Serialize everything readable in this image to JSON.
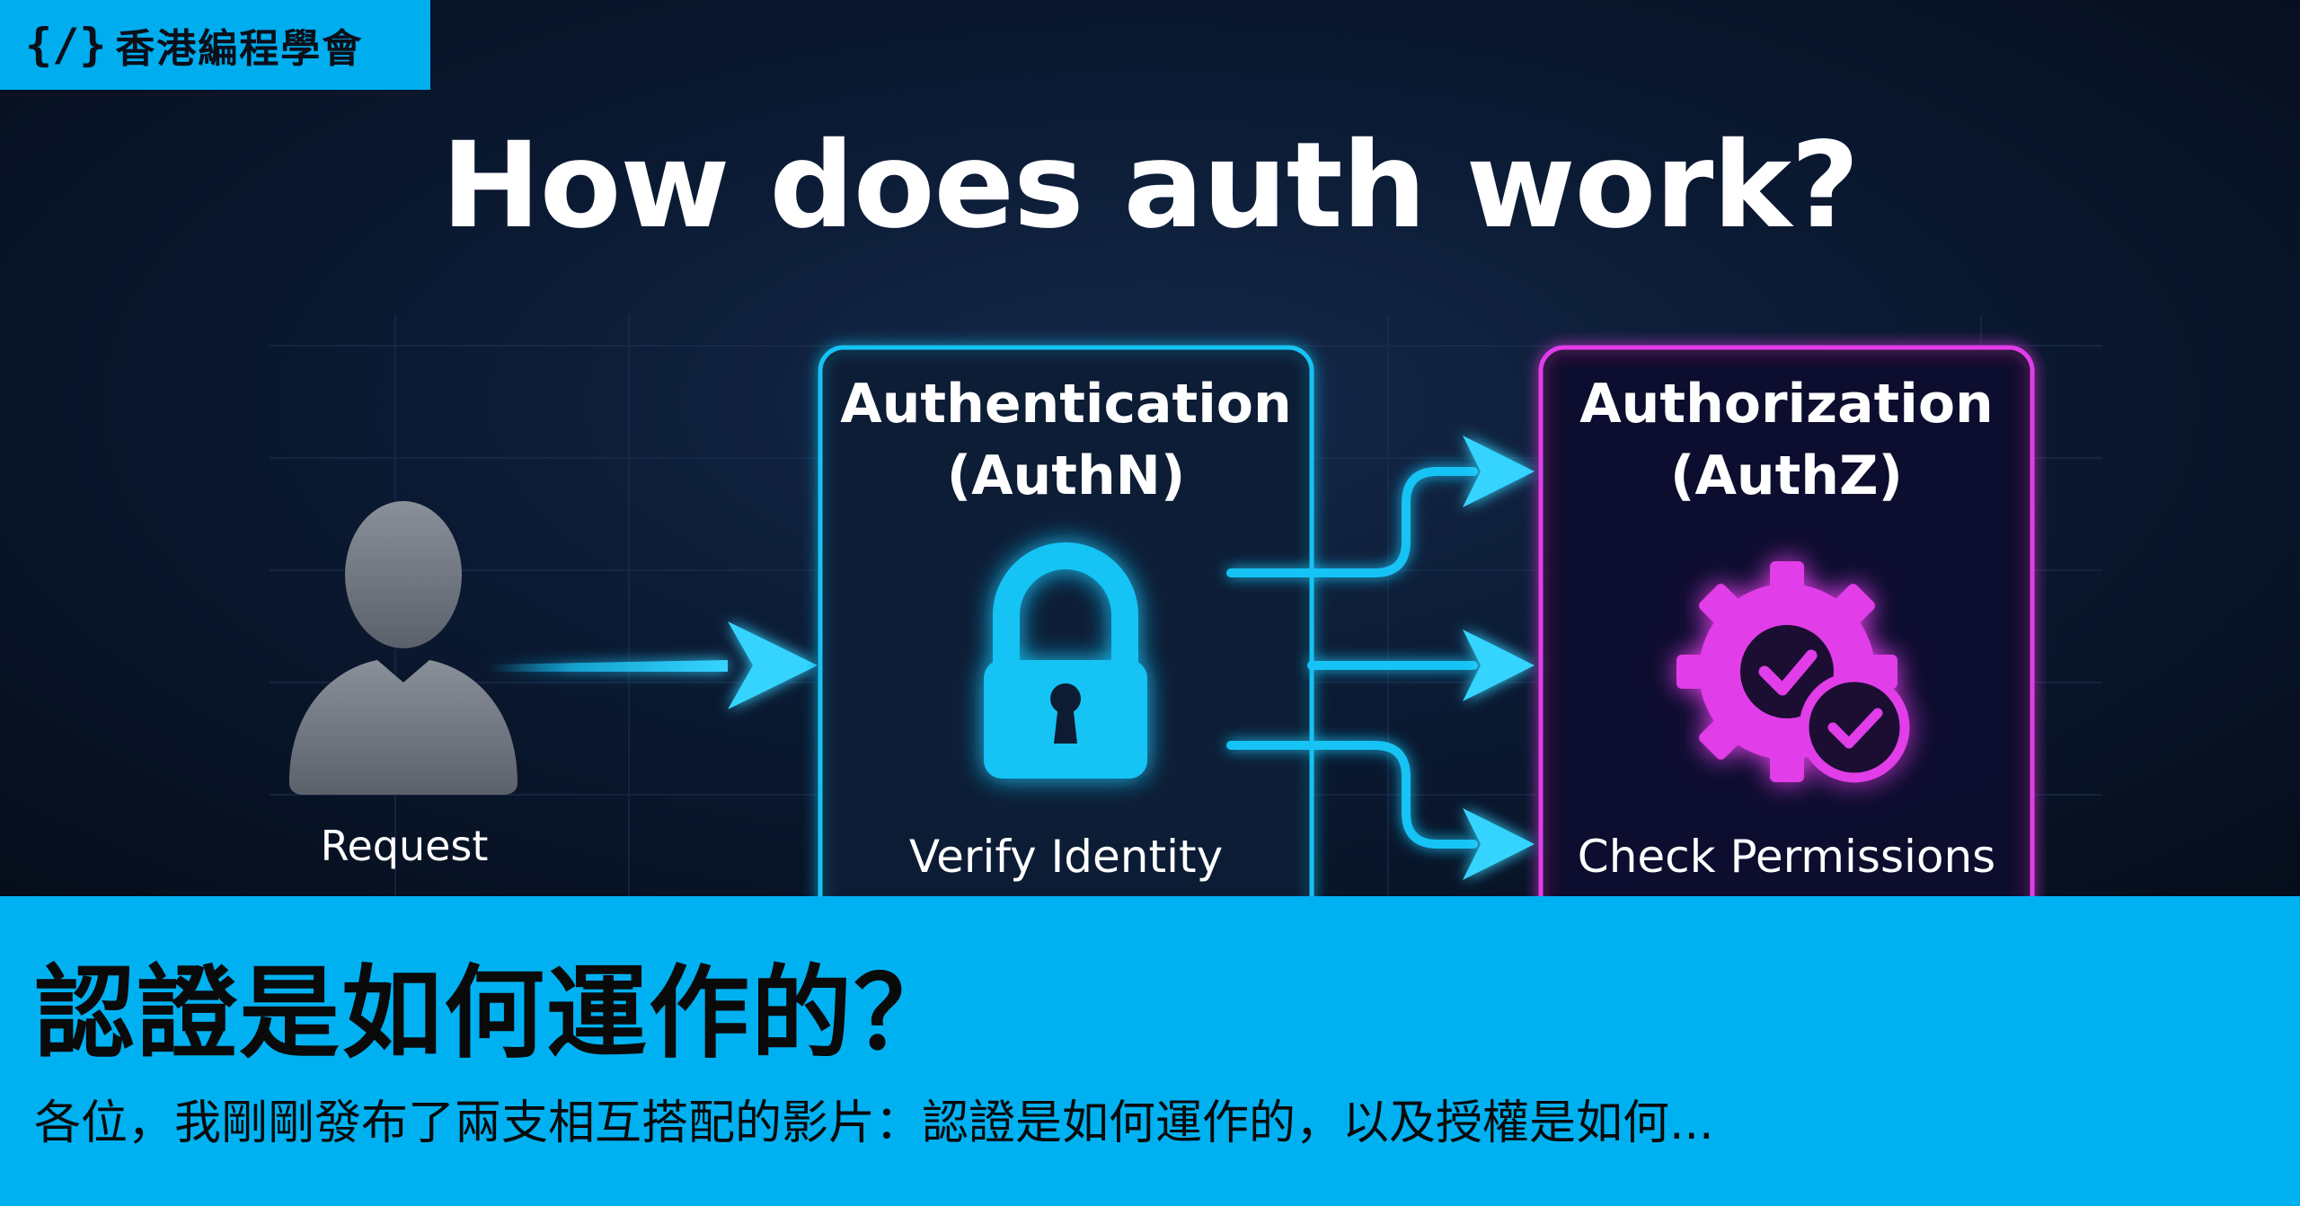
{
  "brand": {
    "logo": "{/}",
    "name": "香港編程學會"
  },
  "hero": {
    "heading": "How does auth work?",
    "user_label": "Request",
    "authentication": {
      "title_line1": "Authentication",
      "title_line2": "(AuthN)",
      "caption": "Verify Identity",
      "icon": "lock-icon",
      "color": "#19c3f5"
    },
    "authorization": {
      "title_line1": "Authorization",
      "title_line2": "(AuthZ)",
      "caption": "Check Permissions",
      "icon": "gear-check-icon",
      "color": "#e13ee8"
    }
  },
  "info": {
    "title": "認證是如何運作的？",
    "description": "各位，我剛剛發布了兩支相互搭配的影片：認證是如何運作的，以及授權是如何..."
  },
  "colors": {
    "accent": "#00b1f2",
    "authn": "#19c3f5",
    "authz": "#e13ee8",
    "background": "#0b1a33"
  }
}
